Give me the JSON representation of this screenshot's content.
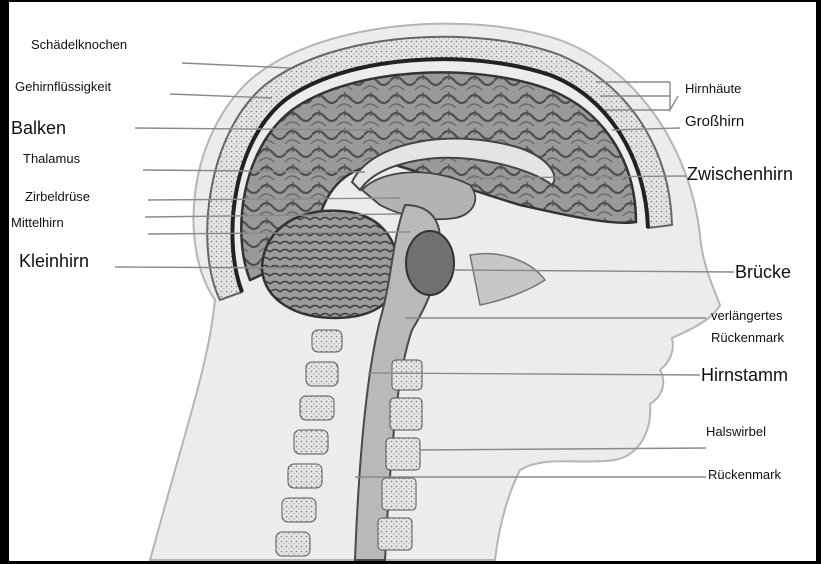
{
  "labels": {
    "schaedelknochen": "Schädelknochen",
    "gehirnfluessigkeit": "Gehirnflüssigkeit",
    "balken": "Balken",
    "thalamus": "Thalamus",
    "zirbeldruese": "Zirbeldrüse",
    "mittelhirn": "Mittelhirn",
    "kleinhirn": "Kleinhirn",
    "hirnhaeute": "Hirnhäute",
    "grosshirn": "Großhirn",
    "zwischenhirn": "Zwischenhirn",
    "bruecke": "Brücke",
    "verlaengertes": "verlängertes",
    "rueckenmark_1": "Rückenmark",
    "hirnstamm": "Hirnstamm",
    "halswirbel": "Halswirbel",
    "rueckenmark_2": "Rückenmark"
  },
  "colors": {
    "background": "#ffffff",
    "skin": "#ececec",
    "skin_outline": "#b5b5b5",
    "skull": "#d9d9d9",
    "brain": "#8f8f8f",
    "brain_dark": "#4a4a4a",
    "leader_line": "#8a8a8a",
    "text": "#111111"
  }
}
